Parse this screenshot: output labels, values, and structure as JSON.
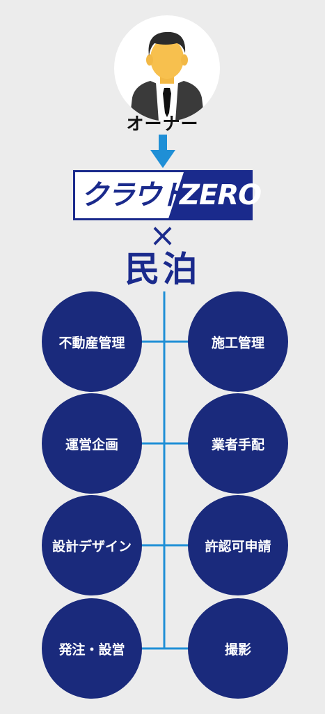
{
  "owner": {
    "label": "オーナー"
  },
  "logo": {
    "text_jp": "クラウド",
    "text_en": "ZERO"
  },
  "connector": {
    "symbol": "×"
  },
  "heading": {
    "title": "民泊"
  },
  "services": {
    "left": [
      "不動産管理",
      "運営企画",
      "設計デザイン",
      "発注・設営"
    ],
    "right": [
      "施工管理",
      "業者手配",
      "許認可申請",
      "撮影"
    ]
  },
  "colors": {
    "navy": "#1a2a7c",
    "blue_line": "#1f8fd6",
    "arrow": "#1f8fd6",
    "background": "#ececec"
  }
}
